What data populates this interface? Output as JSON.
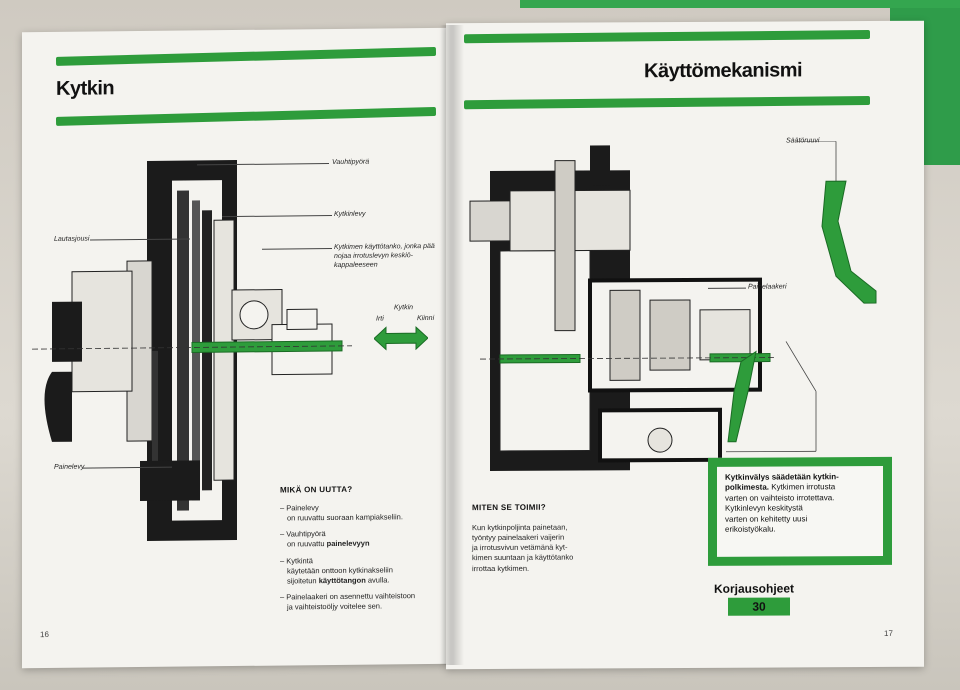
{
  "left_page": {
    "title": "Kytkin",
    "labels": {
      "vauhtipyora": "Vauhtipyörä",
      "kytkinlevy": "Kytkinlevy",
      "lautasjousi": "Lautasjousi",
      "kaytto_line1": "Kytkimen käyttötanko, jonka pää",
      "kaytto_line2": "nojaa irrotuslevyn keskiö-",
      "kaytto_line3": "kappaleeseen",
      "painelevy": "Painelevy",
      "arrow_title": "Kytkin",
      "arrow_left": "Irti",
      "arrow_right": "Kiinni"
    },
    "section_title": "MIKÄ ON UUTTA?",
    "bullets": [
      {
        "line1": "– Painelevy",
        "line2": "on ruuvattu suoraan kampiakseliin."
      },
      {
        "line1": "– Vauhtipyörä",
        "line2a": "on ruuvattu ",
        "line2b": "painelevyyn"
      },
      {
        "line1": "– Kytkintä",
        "line2": "käytetään onttoon kytkinakseliin",
        "line3a": "sijoitetun ",
        "line3b": "käyttötangon",
        "line3c": " avulla."
      },
      {
        "line1": "– Painelaakeri on asennettu vaihteistoon",
        "line2": "ja vaihteistoöljy voitelee sen."
      }
    ],
    "page_number": "16"
  },
  "right_page": {
    "title": "Käyttömekanismi",
    "labels": {
      "saatoruuvi": "Säätöruuvi",
      "painelaakeri": "Painelaakeri"
    },
    "section_title": "MITEN SE TOIMII?",
    "body_lines": [
      "Kun kytkinpoljinta painetaan,",
      "työntyy painelaakeri vaijerin",
      "ja irrotusvivun vetämänä kyt-",
      "kimen suuntaan ja käyttötanko",
      "irrottaa kytkimen."
    ],
    "info_box_lines": [
      {
        "a": "Kytkinvälys säädetään kytkin-",
        "bold": true
      },
      {
        "a": "polkimesta.",
        "b": " Kytkimen irrotusta",
        "bold": "first"
      },
      {
        "a": "varten on vaihteisto irrotettava.",
        "bold": false
      },
      {
        "a": "Kytkinlevyn keskitystä",
        "bold": false
      },
      {
        "a": "varten on kehitetty uusi",
        "bold": false
      },
      {
        "a": "erikoistyökalu.",
        "bold": false
      }
    ],
    "brand": "Korjausohjeet",
    "brand_number": "30",
    "page_number": "17"
  },
  "colors": {
    "accent_green": "#2e9c3b",
    "paper": "#f4f3ef",
    "ink": "#111111"
  }
}
